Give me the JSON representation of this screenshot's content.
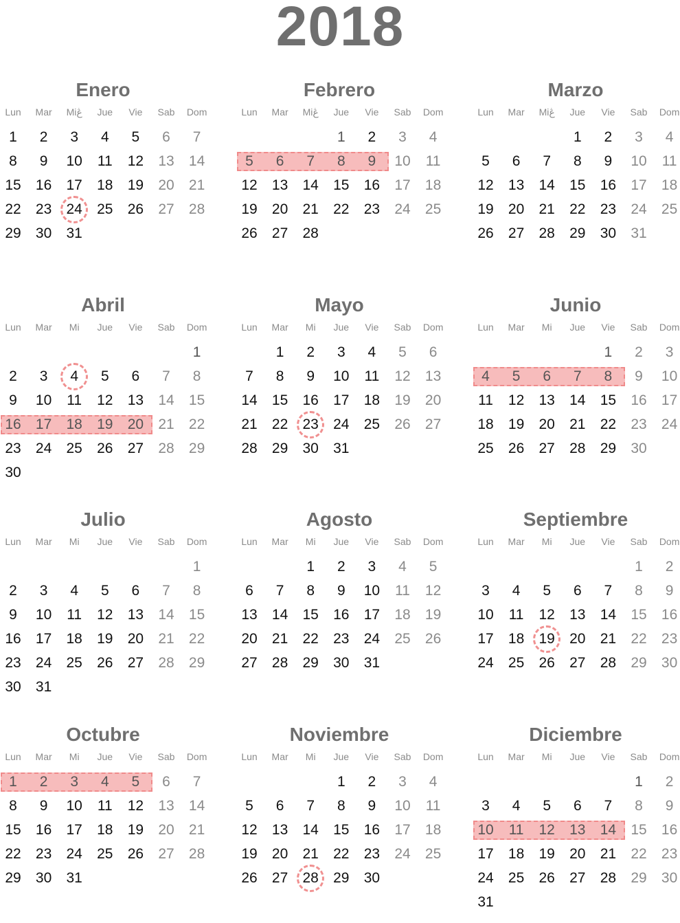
{
  "year": "2018",
  "weekday_labels": [
    [
      "Lun",
      "Mar",
      "Miڠ",
      "Jue",
      "Vie",
      "Sab",
      "Dom"
    ],
    [
      "Lun",
      "Mar",
      "Mi",
      "Jue",
      "Vie",
      "Sab",
      "Dom"
    ]
  ],
  "months": [
    {
      "name": "Enero",
      "offset": 0,
      "days": 31,
      "dow_set": 0,
      "range": null,
      "circle": 24
    },
    {
      "name": "Febrero",
      "offset": 3,
      "days": 28,
      "dow_set": 0,
      "range": [
        5,
        9
      ],
      "circle": null
    },
    {
      "name": "Marzo",
      "offset": 3,
      "days": 31,
      "dow_set": 0,
      "range": null,
      "circle": null
    },
    {
      "name": "Abril",
      "offset": 6,
      "days": 30,
      "dow_set": 1,
      "range": [
        16,
        20
      ],
      "circle": 4
    },
    {
      "name": "Mayo",
      "offset": 1,
      "days": 31,
      "dow_set": 1,
      "range": null,
      "circle": 23
    },
    {
      "name": "Junio",
      "offset": 4,
      "days": 30,
      "dow_set": 1,
      "range": [
        4,
        8
      ],
      "circle": null
    },
    {
      "name": "Julio",
      "offset": 6,
      "days": 31,
      "dow_set": 1,
      "range": null,
      "circle": null
    },
    {
      "name": "Agosto",
      "offset": 2,
      "days": 31,
      "dow_set": 1,
      "range": null,
      "circle": null
    },
    {
      "name": "Septiembre",
      "offset": 5,
      "days": 30,
      "dow_set": 1,
      "range": null,
      "circle": 19
    },
    {
      "name": "Octubre",
      "offset": 0,
      "days": 31,
      "dow_set": 1,
      "range": [
        1,
        5
      ],
      "circle": null
    },
    {
      "name": "Noviembre",
      "offset": 3,
      "days": 30,
      "dow_set": 1,
      "range": null,
      "circle": 28
    },
    {
      "name": "Diciembre",
      "offset": 5,
      "days": 31,
      "dow_set": 1,
      "range": [
        10,
        14
      ],
      "circle": null
    }
  ]
}
